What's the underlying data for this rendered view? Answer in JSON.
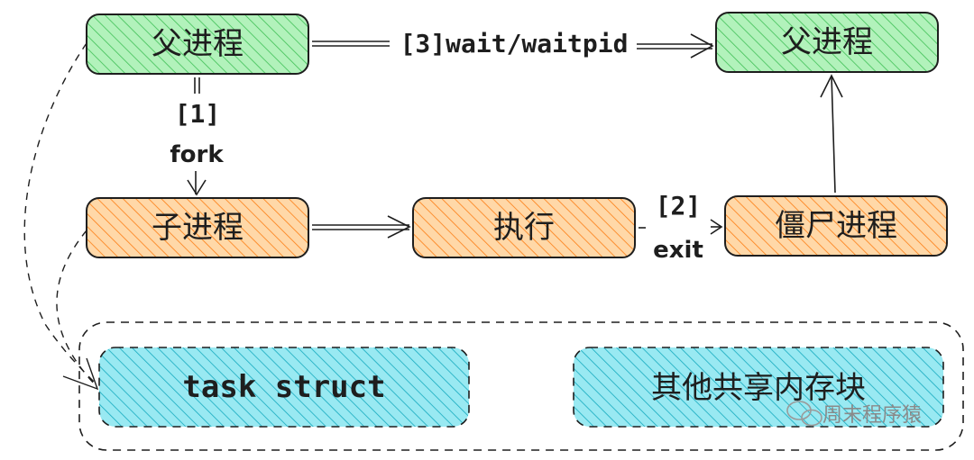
{
  "nodes": {
    "parent_top_left": "父进程",
    "parent_top_right": "父进程",
    "child": "子进程",
    "exec": "执行",
    "zombie": "僵尸进程",
    "task_struct": "task struct",
    "shared_mem": "其他共享内存块"
  },
  "edges": {
    "wait": "[3]wait/waitpid",
    "fork_step": "[1]",
    "fork": "fork",
    "exit_step": "[2]",
    "exit": "exit"
  },
  "watermark": "周末程序猿",
  "colors": {
    "parent_fill": "#b2f2bb",
    "parent_hatch": "#40c057",
    "child_fill": "#ffd8a8",
    "child_hatch": "#fd7e14",
    "memory_fill": "#99e9f2",
    "memory_hatch": "#15aabf",
    "stroke": "#1e1e1e"
  }
}
